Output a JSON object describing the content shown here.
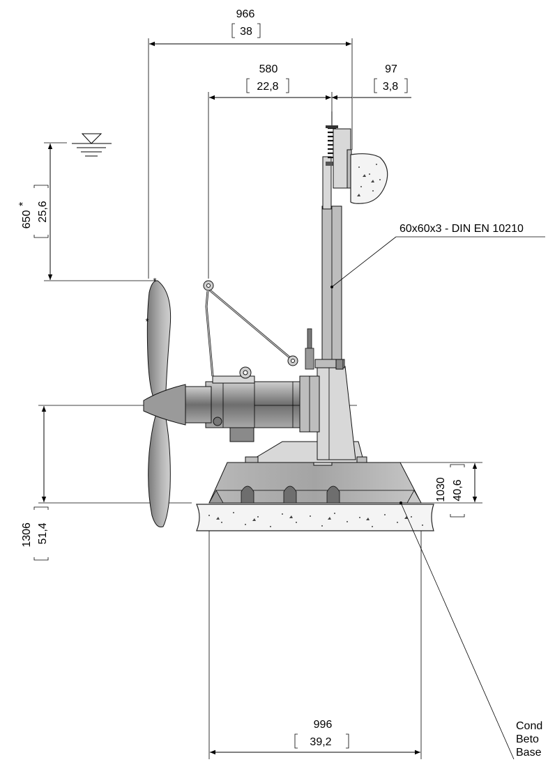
{
  "dimensions": {
    "overall_width": {
      "mm": "966",
      "in": "38"
    },
    "mount_width": {
      "mm": "580",
      "in": "22,8"
    },
    "bracket_offset": {
      "mm": "97",
      "in": "3,8"
    },
    "min_submergence": {
      "mm": "650",
      "mark": "*",
      "in": "25,6"
    },
    "shaft_height": {
      "mm": "1306",
      "in": "51,4"
    },
    "base_height": {
      "mm": "1030",
      "in": "40,6"
    },
    "base_width": {
      "mm": "996",
      "in": "39,2"
    }
  },
  "labels": {
    "profile": "60x60x3 - DIN EN 10210",
    "base_line1": "Cond",
    "base_line2": "Beto",
    "base_line3": "Base"
  },
  "markers": {
    "star": "*"
  }
}
